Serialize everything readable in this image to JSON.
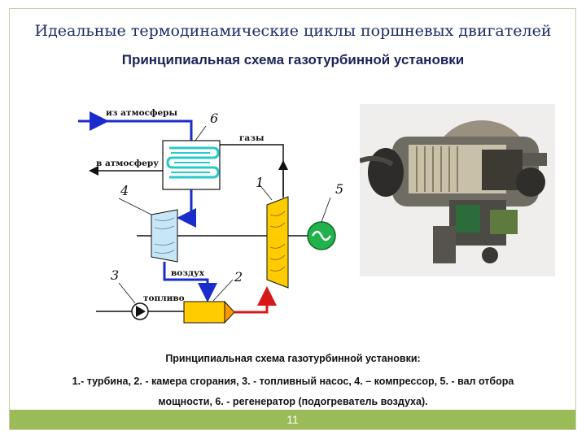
{
  "slide": {
    "title": "Идеальные термодинамические циклы поршневых двигателей",
    "subtitle": "Принципиальная схема газотурбинной установки",
    "page_number": "11"
  },
  "diagram": {
    "labels": {
      "from_atmosphere": "из атмосферы",
      "to_atmosphere": "в атмосферу",
      "gases": "газы",
      "air": "воздух",
      "fuel": "топливо"
    },
    "numbers": {
      "turbine": "1",
      "combustion_chamber": "2",
      "fuel_pump": "3",
      "compressor": "4",
      "power_takeoff": "5",
      "regenerator": "6"
    },
    "colors": {
      "air_flow": "#1a2ccc",
      "hot_flow": "#d81818",
      "regenerator_coil": "#29c9c9",
      "turbine_fill": "#ffcc00",
      "compressor_fill": "#c8e6f5",
      "generator_fill": "#22b24c"
    }
  },
  "caption": {
    "line1": "Принципиальная схема газотурбинной установки:",
    "line2": "1.- турбина, 2. - камера сгорания, 3. - топливный насос, 4. – компрессор, 5. - вал отбора",
    "line3": "мощности, 6. - регенератор (подогреватель воздуха)."
  },
  "photo": {
    "description_icon": "gas-turbine-engine-photo"
  }
}
